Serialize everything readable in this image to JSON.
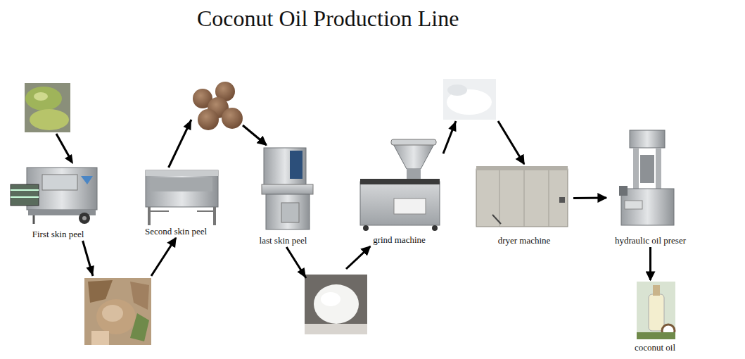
{
  "diagram": {
    "title": "Coconut Oil Production Line",
    "nodes": [
      {
        "text": [
          "First skin peel"
        ]
      },
      {
        "text": [
          "Second skin peel"
        ]
      },
      {
        "text": [
          "last skin peel"
        ]
      },
      {
        "text": [
          "grind machine"
        ]
      },
      {
        "text": [
          "dryer machine"
        ]
      },
      {
        "text": [
          "hydraulic oil preser"
        ]
      },
      {
        "text": [
          "coconut oil"
        ]
      }
    ],
    "edges": [
      {
        "from": 0,
        "to": 1,
        "arrow": "to"
      },
      {
        "from": 1,
        "to": 2,
        "arrow": "to"
      },
      {
        "from": 2,
        "to": 3,
        "arrow": "to"
      },
      {
        "from": 3,
        "to": 4,
        "arrow": "to"
      },
      {
        "from": 4,
        "to": 5,
        "arrow": "to"
      },
      {
        "from": 5,
        "to": 6,
        "arrow": "to"
      }
    ]
  }
}
